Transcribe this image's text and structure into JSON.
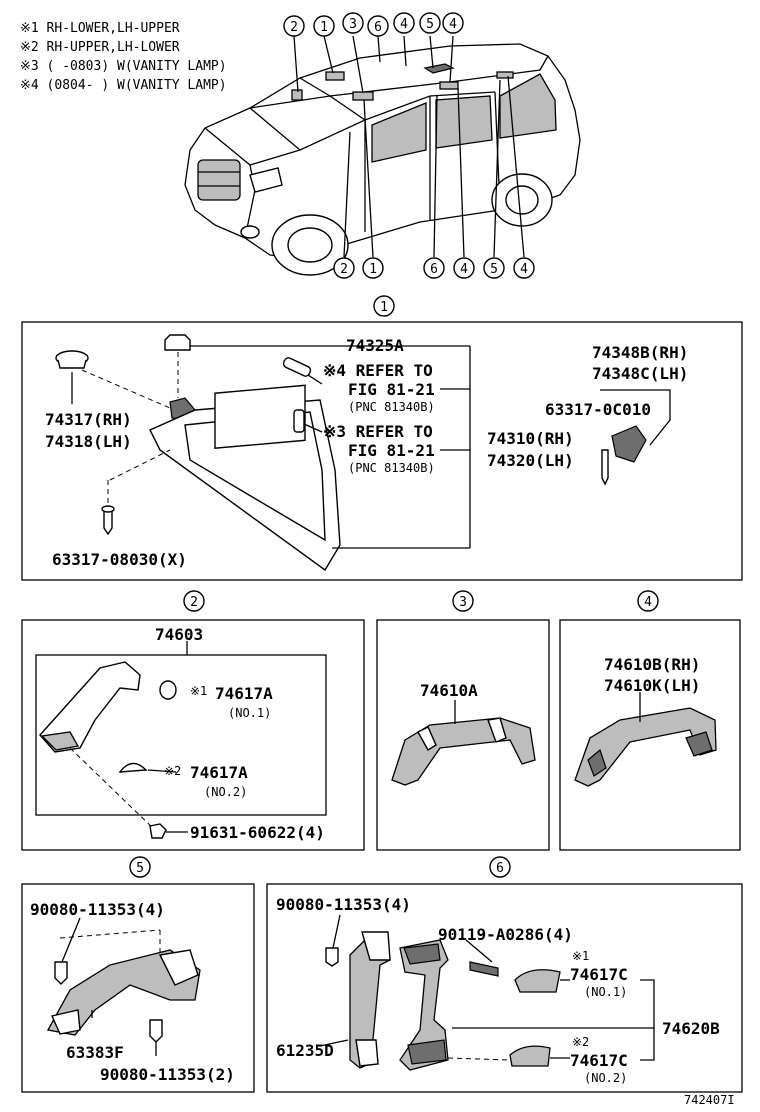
{
  "notes": [
    "※1 RH-LOWER,LH-UPPER",
    "※2 RH-UPPER,LH-LOWER",
    "※3 (      -0803) W(VANITY LAMP)",
    "※4 (0804-      ) W(VANITY LAMP)"
  ],
  "car_callouts_top": [
    "2",
    "1",
    "3",
    "6",
    "4",
    "5",
    "4"
  ],
  "car_callouts_bottom": [
    "2",
    "1",
    "6",
    "4",
    "5",
    "4"
  ],
  "sections": {
    "s1": {
      "label": "1",
      "parts": {
        "p74325A": "74325A",
        "p74317": "74317(RH)",
        "p74318": "74318(LH)",
        "ref4_l1": "※4 REFER TO",
        "ref4_l2": "FIG 81-21",
        "ref4_l3": "(PNC 81340B)",
        "ref3_l1": "※3 REFER TO",
        "ref3_l2": "FIG 81-21",
        "ref3_l3": "(PNC 81340B)",
        "p74310": "74310(RH)",
        "p74320": "74320(LH)",
        "p74348B": "74348B(RH)",
        "p74348C": "74348C(LH)",
        "p63317_0C010": "63317-0C010",
        "p63317_08030": "63317-08030(X)"
      }
    },
    "s2": {
      "label": "2",
      "parts": {
        "p74603": "74603",
        "p74617A_1": "74617A",
        "mark1": "※1",
        "no1": "(NO.1)",
        "p74617A_2": "74617A",
        "mark2": "※2",
        "no2": "(NO.2)",
        "p91631": "91631-60622(4)"
      }
    },
    "s3": {
      "label": "3",
      "parts": {
        "p74610A": "74610A"
      }
    },
    "s4": {
      "label": "4",
      "parts": {
        "p74610B": "74610B(RH)",
        "p74610K": "74610K(LH)"
      }
    },
    "s5": {
      "label": "5",
      "parts": {
        "p90080_4": "90080-11353(4)",
        "p63383F": "63383F",
        "p90080_2": "90080-11353(2)"
      }
    },
    "s6": {
      "label": "6",
      "parts": {
        "p90080_4": "90080-11353(4)",
        "p90119": "90119-A0286(4)",
        "mark1": "※1",
        "p74617C_1": "74617C",
        "no1": "(NO.1)",
        "p74620B": "74620B",
        "p61235D": "61235D",
        "mark2": "※2",
        "p74617C_2": "74617C",
        "no2": "(NO.2)"
      }
    }
  },
  "figure_number": "742407I"
}
